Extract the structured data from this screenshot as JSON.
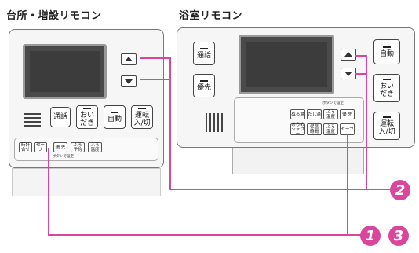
{
  "titles": {
    "kitchen": "台所・増設リモコン",
    "bath": "浴室リモコン"
  },
  "kitchen": {
    "buttons": {
      "call": "通話",
      "reheat": "おい\nだき",
      "auto": "自動",
      "power": "運転\n入/切"
    },
    "lower_buttons": [
      "時計\n合せ",
      "セーブ",
      "優 先",
      "ふろ\n予約",
      "ふろ\n温度"
    ],
    "lower_label": "ボタンで設定"
  },
  "bath": {
    "buttons": {
      "call": "通話",
      "priority": "優先",
      "auto": "自動",
      "reheat": "おい\nだき",
      "power": "運転\n入/切"
    },
    "lower_label": "ボタンで設定",
    "lower_buttons_row1": [
      "ぬる湯",
      "たし湯",
      "ふろ\n温度",
      "優 先"
    ],
    "lower_buttons_row2": [
      "あらめ\nシャワー",
      "保温\n時間",
      "ふろ\n温度",
      "セーブ"
    ]
  },
  "badges": [
    "2",
    "1",
    "3"
  ],
  "colors": {
    "accent": "#d9479d"
  }
}
